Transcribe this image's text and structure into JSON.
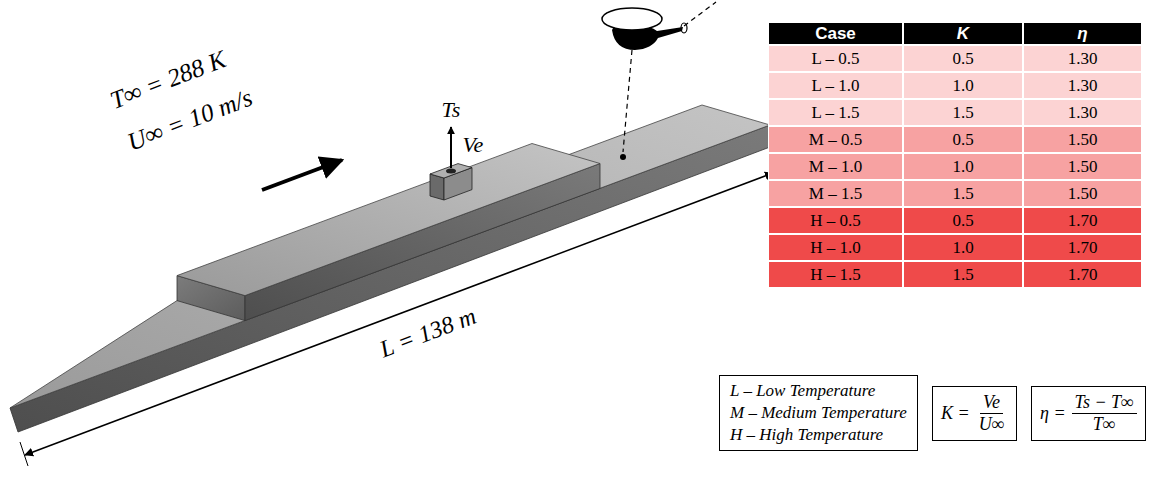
{
  "diagram": {
    "nodes": [
      {
        "text": [
          "L – Low Temperature",
          "M – Medium Temperature",
          "H – High Temperature"
        ]
      },
      {
        "text": [
          "K =",
          "Ve",
          "U∞"
        ]
      },
      {
        "text": [
          "η =",
          "Ts − T∞",
          "T∞"
        ]
      }
    ],
    "labels": [
      "T∞ = 288 K",
      "U∞ = 10 m/s",
      "Ts",
      "Ve",
      "L = 138 m",
      "Case",
      "K",
      "η",
      "L – 0.5",
      "0.5",
      "1.30",
      "L – 1.0",
      "1.0",
      "1.30",
      "L – 1.5",
      "1.5",
      "1.30",
      "M – 0.5",
      "0.5",
      "1.50",
      "M – 1.0",
      "1.0",
      "1.50",
      "M – 1.5",
      "1.5",
      "1.50",
      "H – 0.5",
      "0.5",
      "1.70",
      "H – 1.0",
      "1.0",
      "1.70",
      "H – 1.5",
      "1.5",
      "1.70"
    ]
  }
}
